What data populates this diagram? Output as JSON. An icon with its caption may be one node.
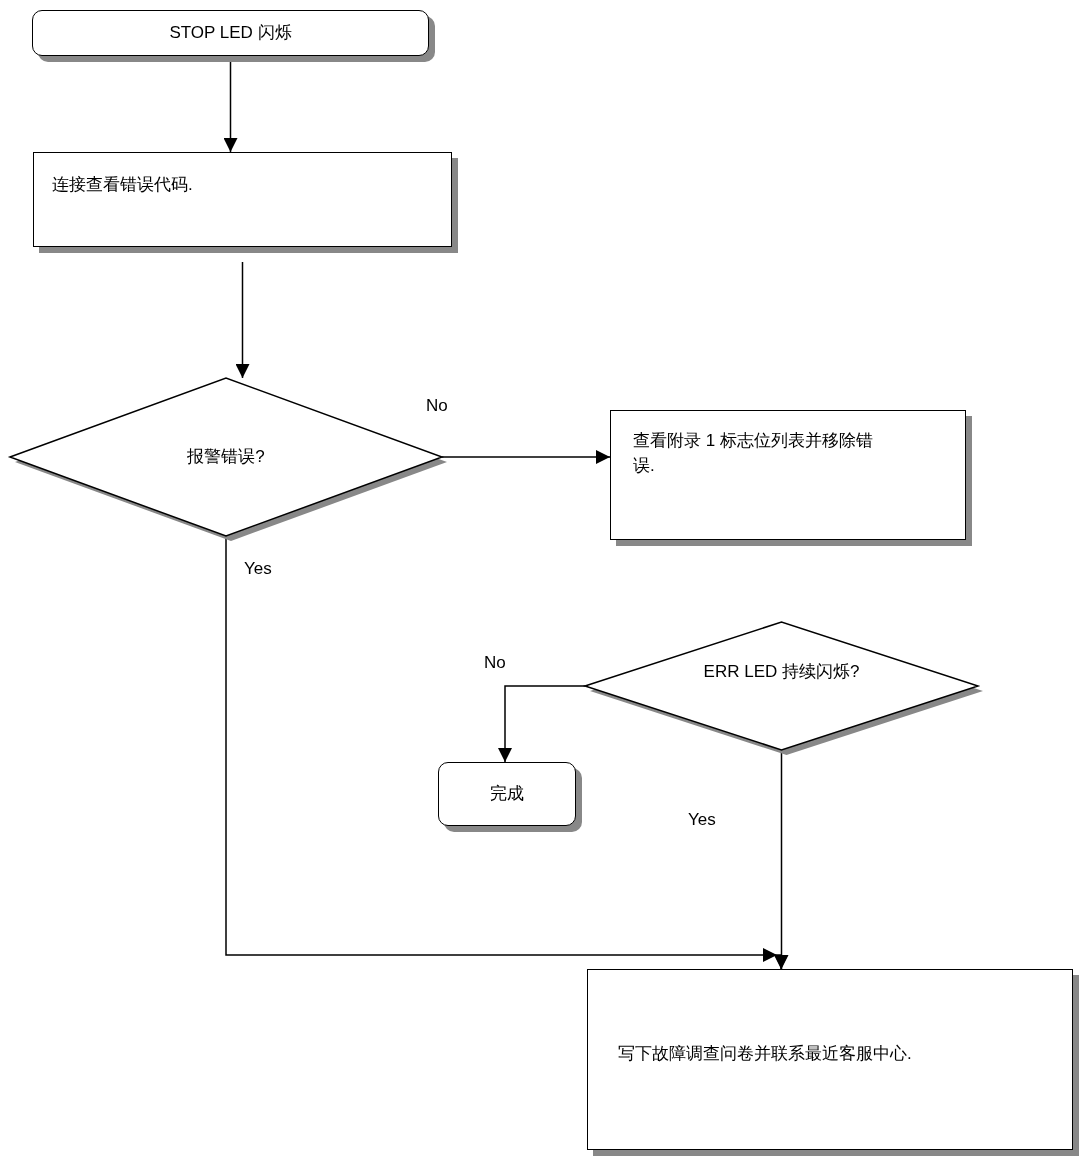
{
  "diagram": {
    "nodes": [
      {
        "text": [
          "STOP LED 闪烁"
        ]
      },
      {
        "text": [
          "连接查看错误代码."
        ]
      },
      {
        "text": [
          "报警错误?"
        ]
      },
      {
        "text": [
          "查看附录 1 标志位列表并移除错误."
        ]
      },
      {
        "text": [
          "ERR LED 持续闪烁?"
        ]
      },
      {
        "text": [
          "完成"
        ]
      },
      {
        "text": [
          "写下故障调查问卷并联系最近客服中心."
        ]
      }
    ],
    "edges": [
      {
        "from": 0,
        "to": 1,
        "arrow": "to"
      },
      {
        "from": 1,
        "to": 2,
        "arrow": "to"
      },
      {
        "from": 2,
        "to": 3,
        "arrow": "to",
        "label": "No"
      },
      {
        "from": 2,
        "to": 6,
        "arrow": "to",
        "label": "Yes"
      },
      {
        "from": 4,
        "to": 6,
        "arrow": "to",
        "label": "Yes"
      },
      {
        "from": 4,
        "to": 5,
        "arrow": "to",
        "label": "No"
      }
    ]
  }
}
